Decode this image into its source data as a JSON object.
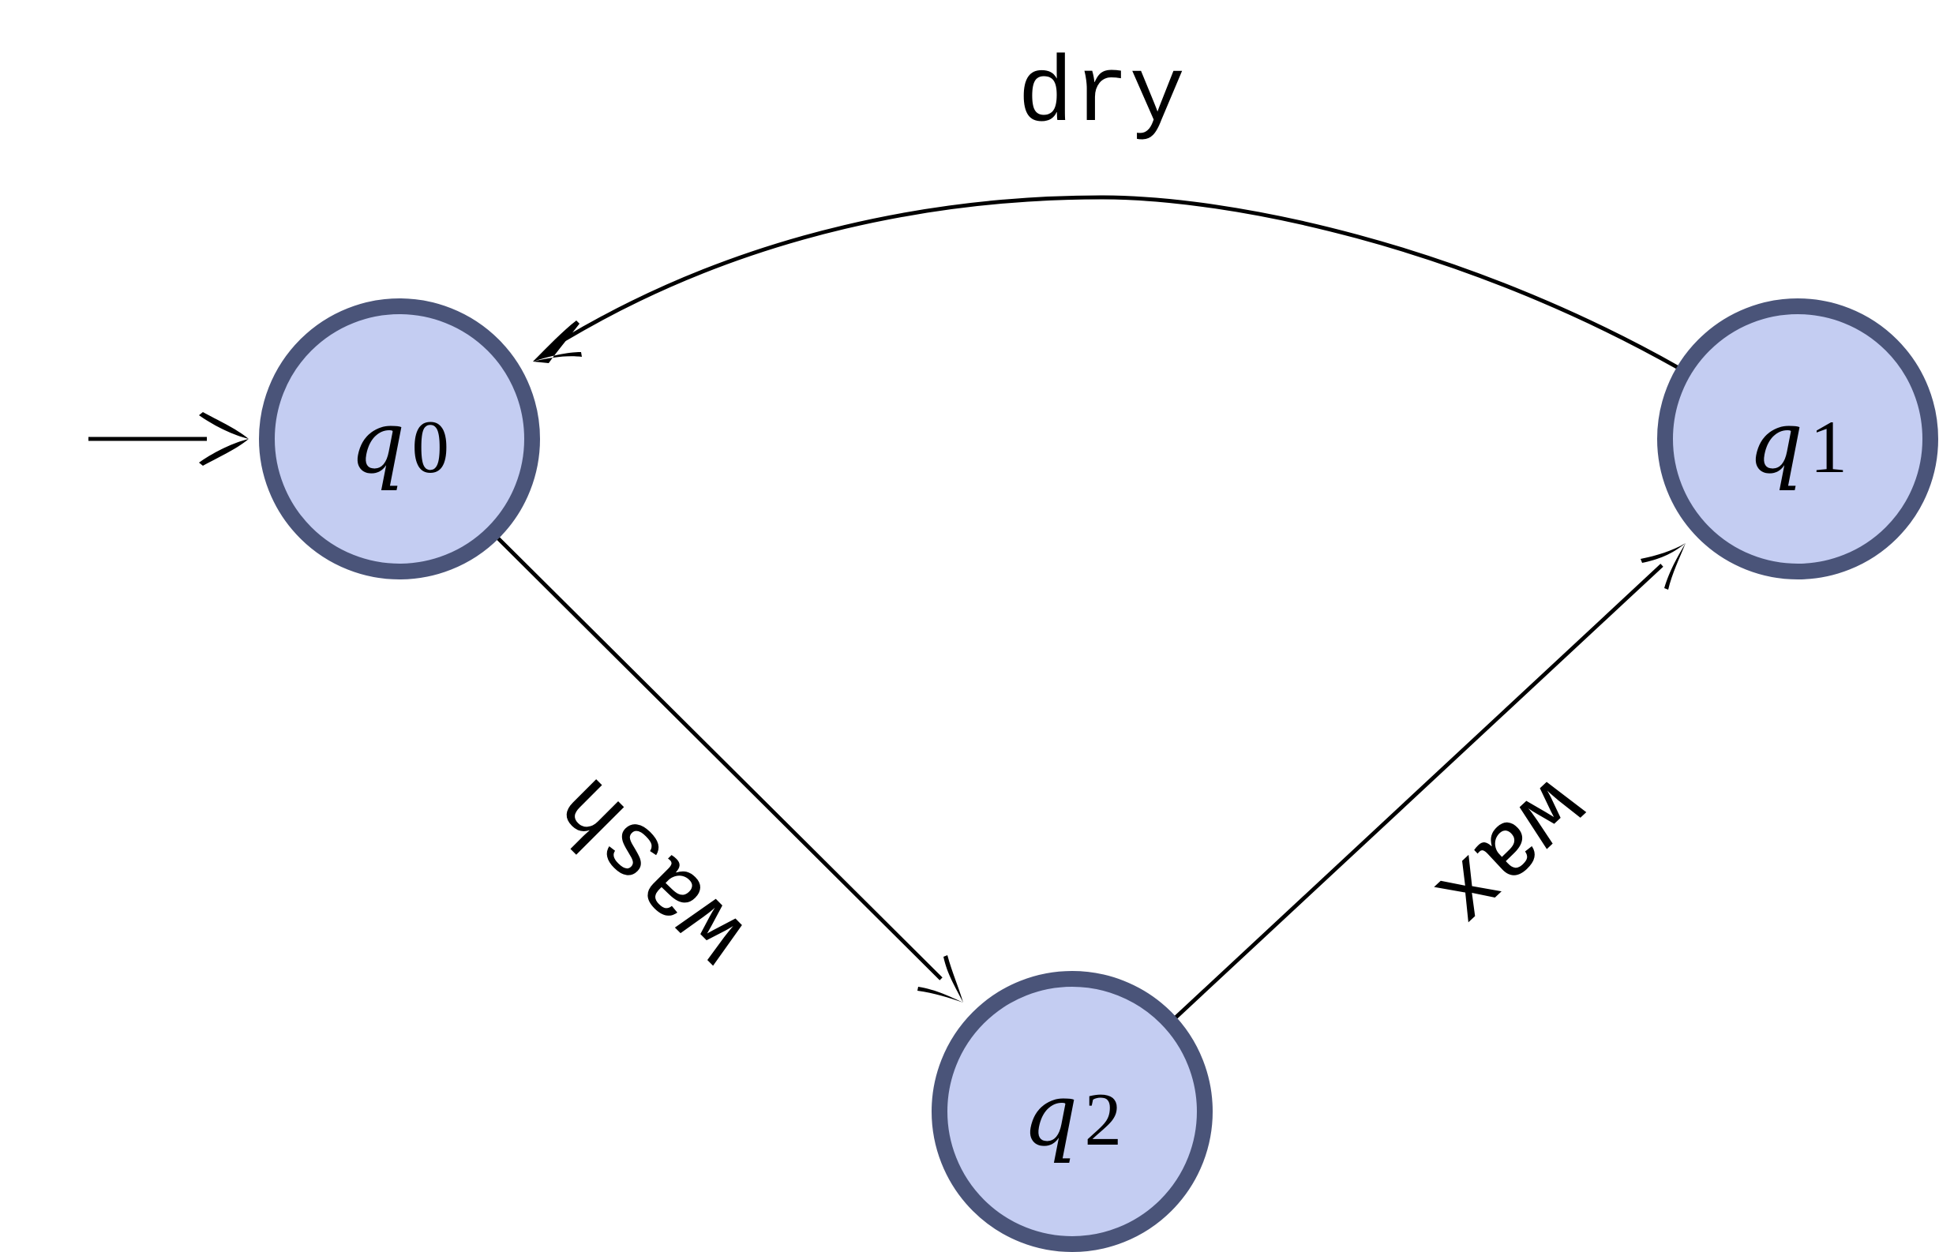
{
  "colors": {
    "state_fill": "#c4cdf2",
    "state_stroke": "#4a5479",
    "edge": "#000000",
    "background": "#ffffff"
  },
  "states": [
    {
      "id": "q0",
      "symbol": "q",
      "subscript": "0",
      "initial": true
    },
    {
      "id": "q1",
      "symbol": "q",
      "subscript": "1",
      "initial": false
    },
    {
      "id": "q2",
      "symbol": "q",
      "subscript": "2",
      "initial": false
    }
  ],
  "transitions": [
    {
      "from": "q0",
      "to": "q2",
      "label": "wash"
    },
    {
      "from": "q2",
      "to": "q1",
      "label": "wax"
    },
    {
      "from": "q1",
      "to": "q0",
      "label": "dry"
    }
  ]
}
